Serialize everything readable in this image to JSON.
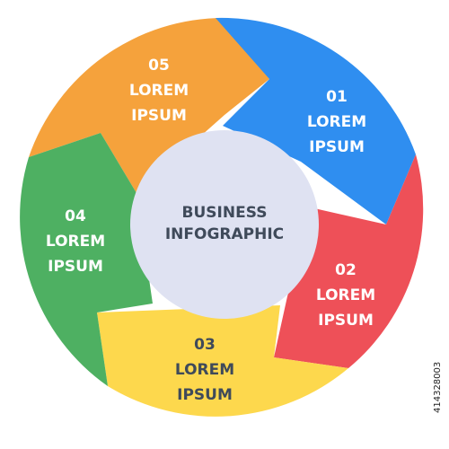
{
  "center": {
    "line1": "BUSINESS",
    "line2": "INFOGRAPHIC",
    "fill": "#dfe2f2"
  },
  "segments": [
    {
      "number": "01",
      "line1": "LOREM",
      "line2": "IPSUM",
      "color": "#2f8ef0"
    },
    {
      "number": "02",
      "line1": "LOREM",
      "line2": "IPSUM",
      "color": "#ee5058"
    },
    {
      "number": "03",
      "line1": "LOREM",
      "line2": "IPSUM",
      "color": "#fdd84d"
    },
    {
      "number": "04",
      "line1": "LOREM",
      "line2": "IPSUM",
      "color": "#4eb062"
    },
    {
      "number": "05",
      "line1": "LOREM",
      "line2": "IPSUM",
      "color": "#f5a23c"
    }
  ],
  "stock_id": "414328003"
}
